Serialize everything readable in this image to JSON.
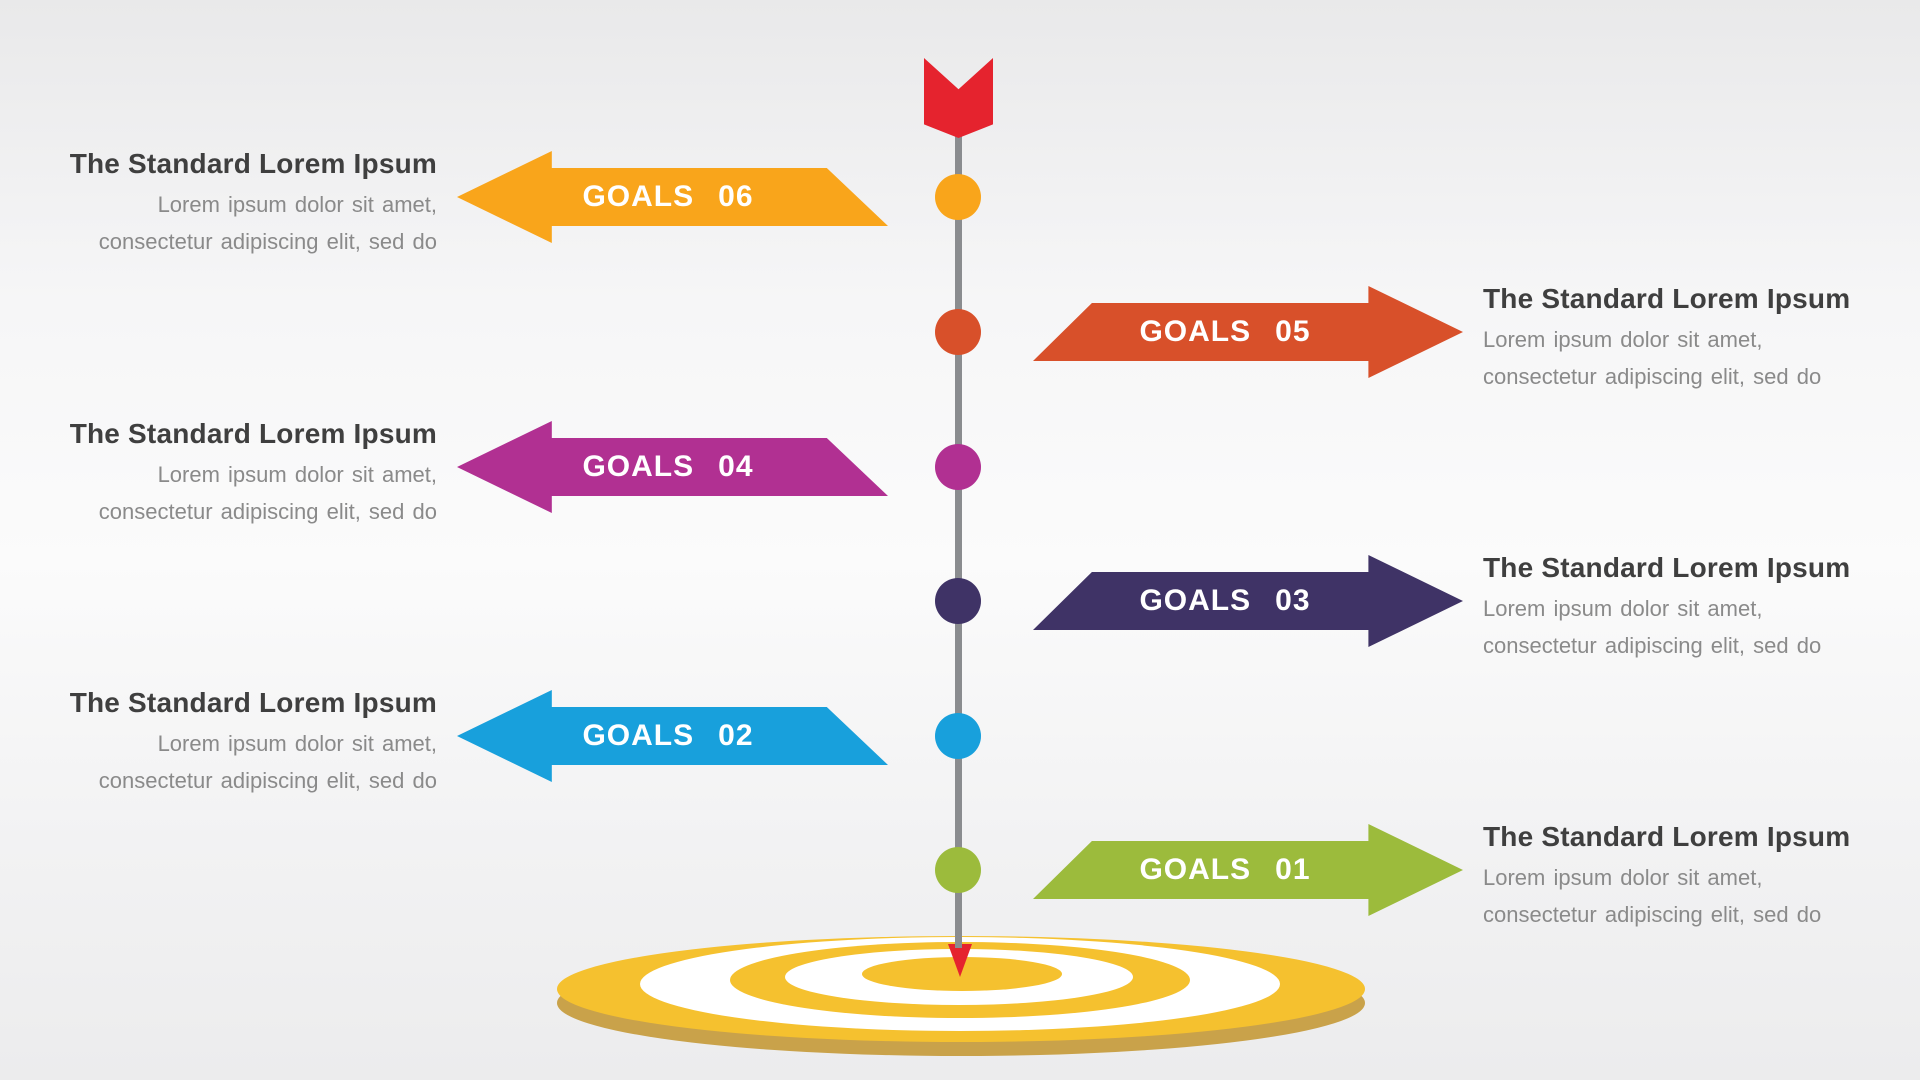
{
  "timeline": {
    "start_arrow_color": "#E5232E",
    "line_color": "#8A8C8F",
    "target": {
      "disc_color": "#F5C12F",
      "rim_color": "#C9A24A",
      "ring_color": "#FFFFFF",
      "pointer_color": "#E5232E"
    }
  },
  "rows": [
    {
      "goal": "GOALS",
      "number": "06",
      "side": "left",
      "color": "#F9A51B",
      "heading": "The Standard Lorem Ipsum",
      "body_line1": "Lorem ipsum dolor sit amet,",
      "body_line2": "consectetur adipiscing elit, sed do"
    },
    {
      "goal": "GOALS",
      "number": "05",
      "side": "right",
      "color": "#D8502A",
      "heading": "The Standard Lorem Ipsum",
      "body_line1": "Lorem ipsum dolor sit amet,",
      "body_line2": "consectetur adipiscing elit, sed do"
    },
    {
      "goal": "GOALS",
      "number": "04",
      "side": "left",
      "color": "#B13092",
      "heading": "The Standard Lorem Ipsum",
      "body_line1": "Lorem ipsum dolor sit amet,",
      "body_line2": "consectetur adipiscing elit, sed do"
    },
    {
      "goal": "GOALS",
      "number": "03",
      "side": "right",
      "color": "#3F3366",
      "heading": "The Standard Lorem Ipsum",
      "body_line1": "Lorem ipsum dolor sit amet,",
      "body_line2": "consectetur adipiscing elit, sed do"
    },
    {
      "goal": "GOALS",
      "number": "02",
      "side": "left",
      "color": "#18A0DC",
      "heading": "The Standard Lorem Ipsum",
      "body_line1": "Lorem ipsum dolor sit amet,",
      "body_line2": "consectetur adipiscing elit, sed do"
    },
    {
      "goal": "GOALS",
      "number": "01",
      "side": "right",
      "color": "#9CBB3C",
      "heading": "The Standard Lorem Ipsum",
      "body_line1": "Lorem ipsum dolor sit amet,",
      "body_line2": "consectetur adipiscing elit, sed do"
    }
  ]
}
